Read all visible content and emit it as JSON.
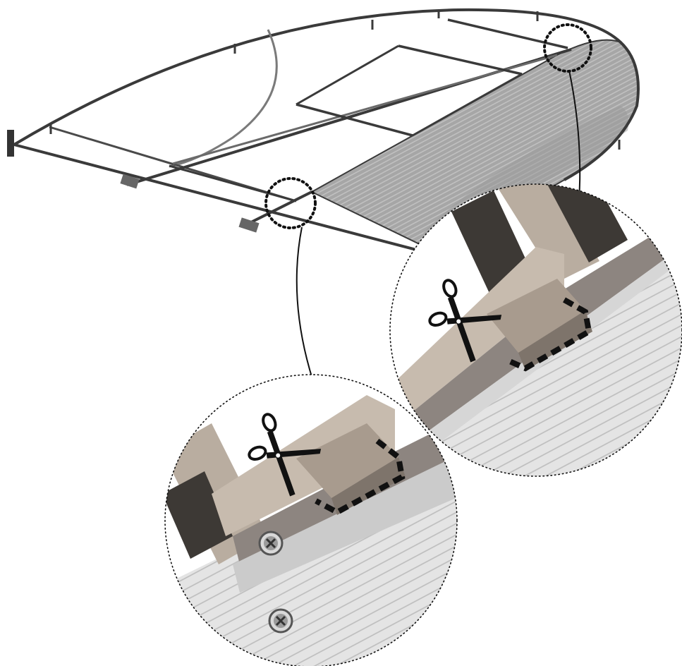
{
  "colors": {
    "frame": "#3a3a3a",
    "frame_light": "#8a8a8a",
    "panel_fill": "#a9a9a9",
    "panel_stripe": "#c6c6c6",
    "metal_dark": "#55504c",
    "metal_mid": "#b9ada0",
    "metal_light": "#d8cdc1",
    "ribbed_light": "#e9e9e9",
    "ribbed_line": "#bdbdbd",
    "cut_line": "#111111",
    "background": "#ffffff"
  },
  "icons": {
    "cut_tool": "scissors-icon",
    "fastener": "screw-icon"
  },
  "callouts": [
    {
      "name": "detail-callout-right",
      "target": "upper-right-rail-clip"
    },
    {
      "name": "detail-callout-left",
      "target": "lower-left-rail-clip"
    }
  ]
}
